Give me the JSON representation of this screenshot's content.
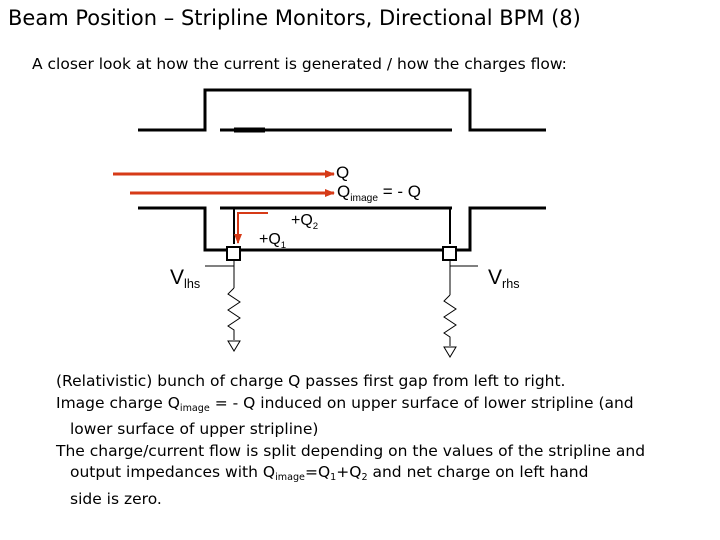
{
  "slide": {
    "title": "Beam Position – Stripline Monitors, Directional BPM (8)",
    "subtitle": "A closer look at how the current is generated / how the charges flow:"
  },
  "diagram": {
    "beam_charge_label": "Q",
    "image_charge": {
      "base": "Q",
      "sub": "image",
      "suffix": " = - Q"
    },
    "q2": {
      "prefix": "+Q",
      "sub": "2"
    },
    "q1": {
      "prefix": "+Q",
      "sub": "1"
    },
    "v_lhs": {
      "base": "V",
      "sub": "lhs"
    },
    "v_rhs": {
      "base": "V",
      "sub": "rhs"
    },
    "colors": {
      "current_arrow": "#d63a17",
      "beam_arrow": "#d63a17",
      "conductor": "#000000"
    }
  },
  "description": {
    "line1": "(Relativistic) bunch of charge Q passes first gap from left to right.",
    "line2_pre": "Image charge Q",
    "line2_sub": "image",
    "line2_post": " = - Q induced on upper surface of lower stripline (and",
    "line3": "lower surface of upper stripline)",
    "line4": "The charge/current flow is split depending on the values of the stripline and",
    "line5_pre": "output impedances with Q",
    "line5_sub1": "image",
    "line5_mid1": "=Q",
    "line5_sub2": "1",
    "line5_mid2": "+Q",
    "line5_sub3": "2",
    "line5_post": " and net charge on left hand",
    "line6": "side is zero."
  }
}
